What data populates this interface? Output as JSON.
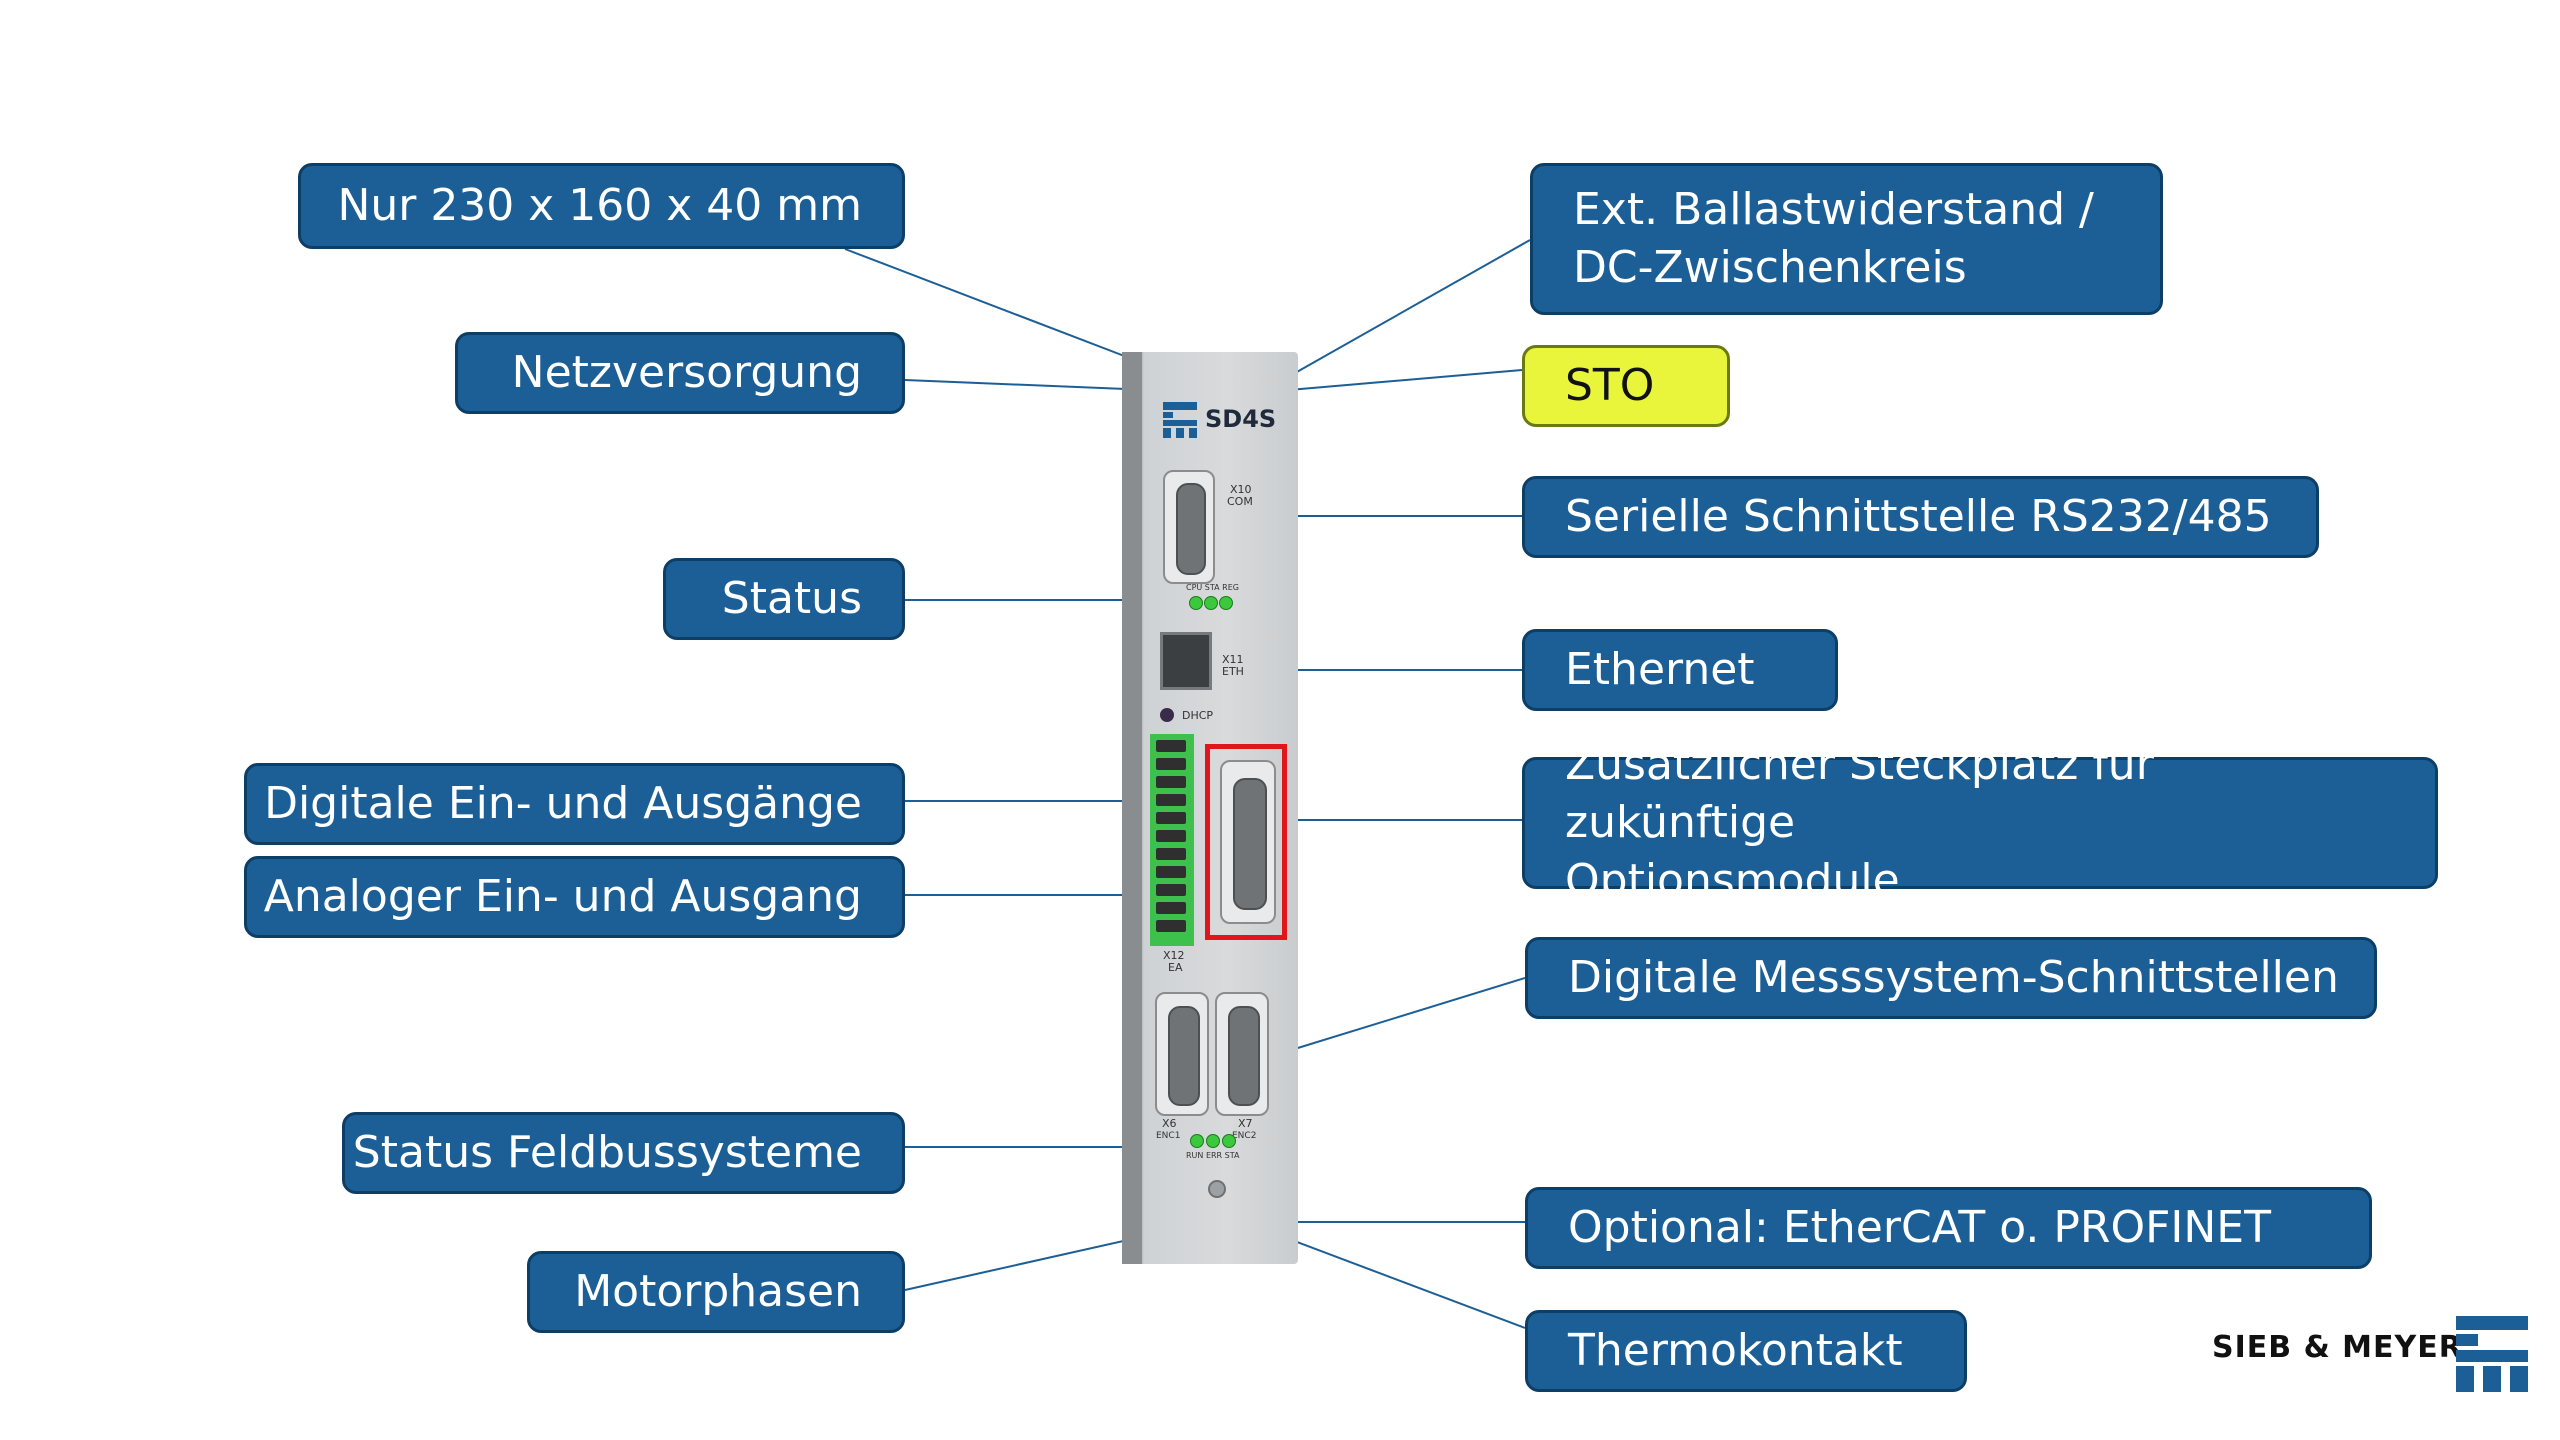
{
  "callouts_left": [
    {
      "id": "dimensions",
      "text": "Nur 230 x 160 x 40 mm"
    },
    {
      "id": "power",
      "text": "Netzversorgung"
    },
    {
      "id": "status",
      "text": "Status"
    },
    {
      "id": "digital-io",
      "text": "Digitale Ein- und Ausgänge"
    },
    {
      "id": "analog-io",
      "text": "Analoger Ein- und Ausgang"
    },
    {
      "id": "fieldbus-status",
      "text": "Status Feldbussysteme"
    },
    {
      "id": "motor-phases",
      "text": "Motorphasen"
    }
  ],
  "callouts_right": [
    {
      "id": "ballast",
      "line1": "Ext. Ballastwiderstand /",
      "line2": "DC-Zwischenkreis"
    },
    {
      "id": "sto",
      "text": "STO"
    },
    {
      "id": "serial",
      "text": "Serielle Schnittstelle RS232/485"
    },
    {
      "id": "ethernet",
      "text": "Ethernet"
    },
    {
      "id": "option-slot",
      "line1": "Zusätzlicher Steckplatz für zukünftige",
      "line2": "Optionsmodule"
    },
    {
      "id": "encoder",
      "text": "Digitale Messsystem-Schnittstellen"
    },
    {
      "id": "ethercat",
      "text": "Optional: EtherCAT o. PROFINET"
    },
    {
      "id": "thermo",
      "text": "Thermokontakt"
    }
  ],
  "device": {
    "model": "SD4S",
    "x10_label": "X10",
    "x10_sub": "COM",
    "leds_label": "CPU STA REG",
    "x11_label": "X11",
    "x11_sub": "ETH",
    "dhcp_label": "DHCP",
    "x12_label": "X12",
    "x12_sub": "EA",
    "x6_label": "X6",
    "x6_sub": "ENC1",
    "x7_label": "X7",
    "x7_sub": "ENC2",
    "bus_leds_label": "RUN ERR STA"
  },
  "brand": {
    "name": "SIEB & MEYER",
    "color": "#1c5f96"
  }
}
